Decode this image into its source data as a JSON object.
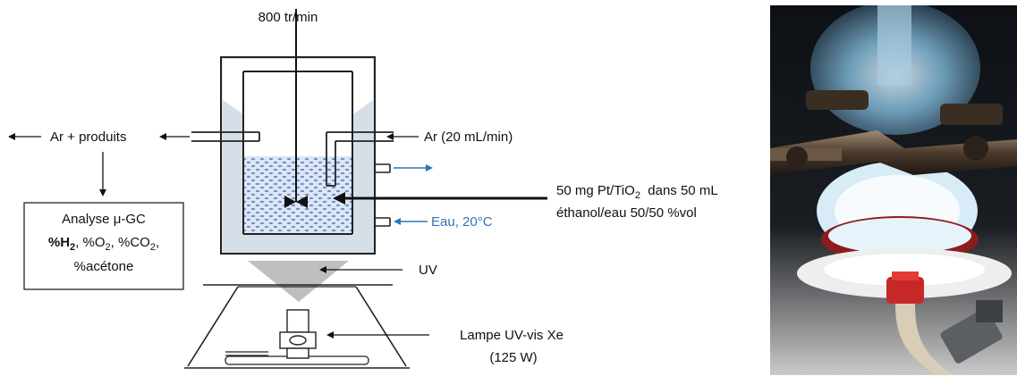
{
  "speed_label": "800 tr/min",
  "argon_in_label": "Ar (20 mL/min)",
  "argon_out_label": "Ar + produits",
  "analysis": {
    "title": "Analyse μ-GC",
    "gases": "%H₂, %O₂, %CO₂,",
    "gases_parts": [
      "%H",
      "2",
      ", %O",
      "2",
      ", %CO",
      "2",
      ","
    ],
    "extra": "%acétone"
  },
  "sample": {
    "line1": "50 mg Pt/TiO₂ dans 50 mL",
    "line1_parts": [
      "50 mg Pt/TiO",
      "2",
      "  dans 50 mL"
    ],
    "line2": "éthanol/eau 50/50 %vol"
  },
  "water_label": "Eau, 20°C",
  "uv_label": "UV",
  "lamp": {
    "line1": "Lampe UV-vis Xe",
    "line2": "(125 W)"
  },
  "colors": {
    "water_blue": "#2e75b6",
    "liquid_fill": "#dde6f4",
    "jacket_fill": "#d6dfe8",
    "uv_gray": "#bfbfbf"
  }
}
